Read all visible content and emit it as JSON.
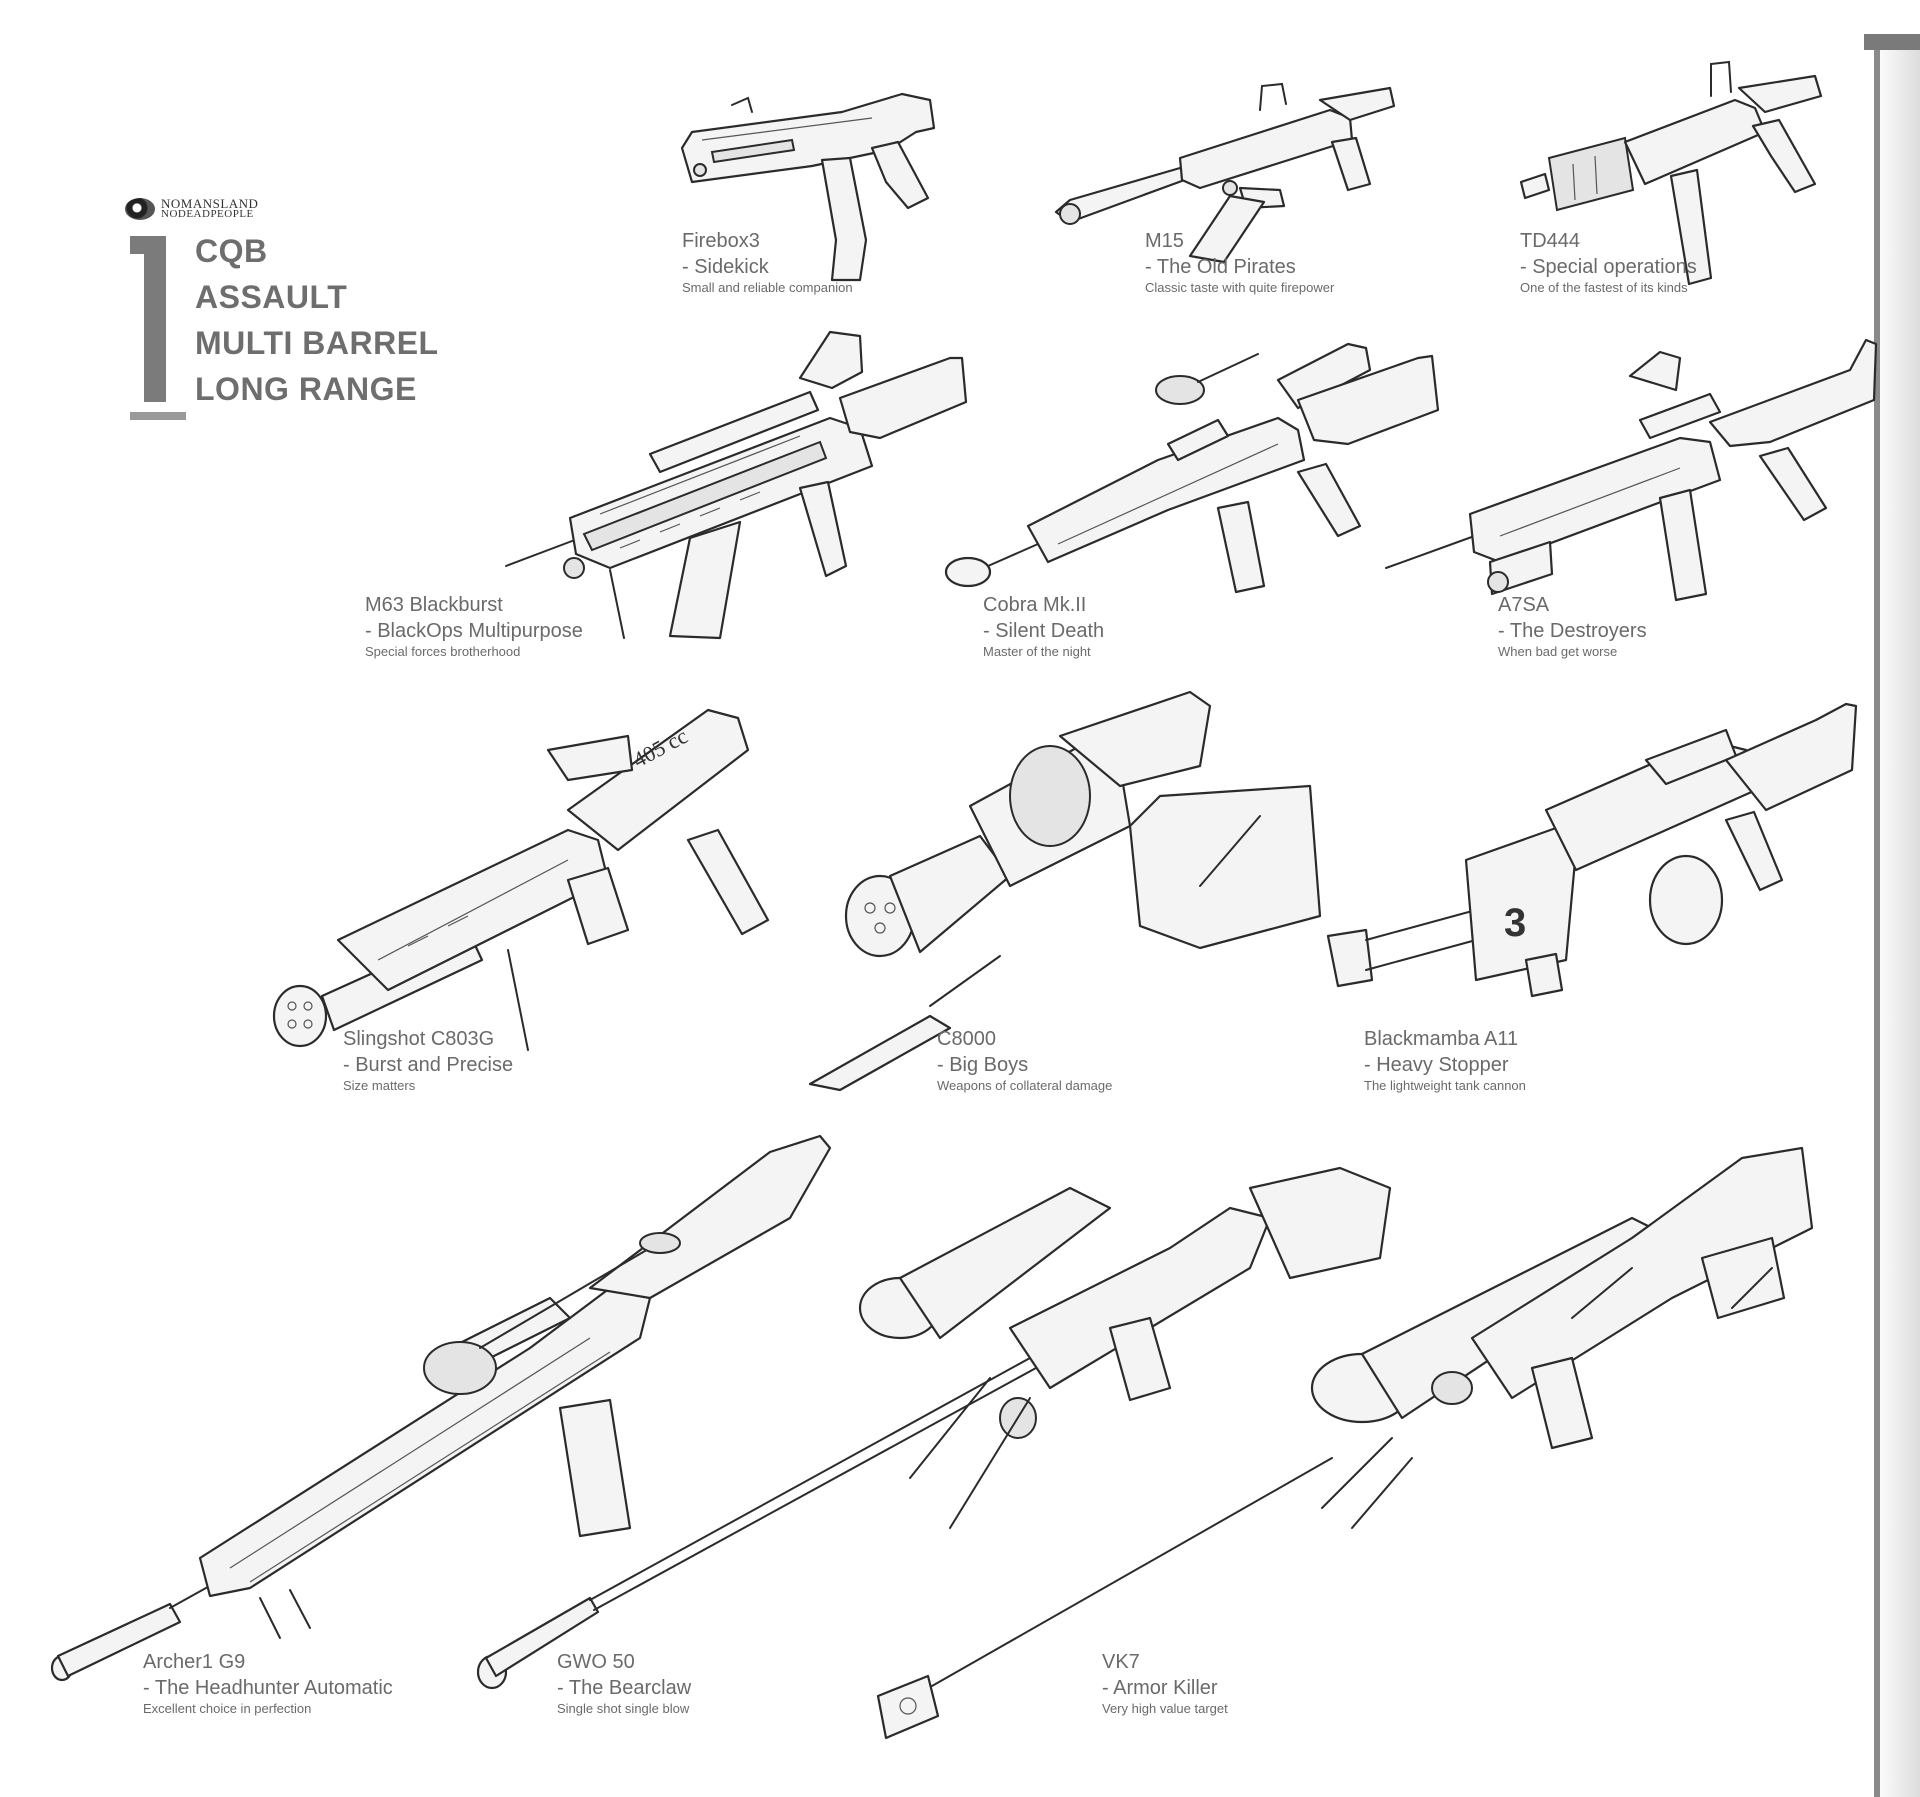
{
  "brand": {
    "line1": "NOMANSLAND",
    "line2": "NODEADPEOPLE"
  },
  "categories": [
    "CQB",
    "ASSAULT",
    "MULTI BARREL",
    "LONG RANGE"
  ],
  "weapons": [
    {
      "name": "Firebox3",
      "tagline": "- Sidekick",
      "description": "Small and reliable companion",
      "icon": "smg-icon"
    },
    {
      "name": "M15",
      "tagline": "- The Old Pirates",
      "description": "Classic taste with quite firepower",
      "icon": "smg-icon"
    },
    {
      "name": "TD444",
      "tagline": "- Special operations",
      "description": "One of the fastest of its kinds",
      "icon": "smg-icon"
    },
    {
      "name": "M63 Blackburst",
      "tagline": "- BlackOps Multipurpose",
      "description": "Special forces brotherhood",
      "icon": "assault-rifle-icon"
    },
    {
      "name": "Cobra Mk.II",
      "tagline": "- Silent Death",
      "description": "Master of the night",
      "icon": "assault-rifle-icon"
    },
    {
      "name": "A7SA",
      "tagline": "- The Destroyers",
      "description": "When bad get worse",
      "icon": "assault-rifle-icon"
    },
    {
      "name": "Slingshot C803G",
      "tagline": "- Burst and Precise",
      "description": "Size matters",
      "icon": "multi-barrel-icon",
      "marking": "405 cc"
    },
    {
      "name": "C8000",
      "tagline": "- Big Boys",
      "description": "Weapons of collateral damage",
      "icon": "multi-barrel-icon"
    },
    {
      "name": "Blackmamba A11",
      "tagline": "- Heavy Stopper",
      "description": "The lightweight tank cannon",
      "icon": "multi-barrel-icon",
      "marking": "3"
    },
    {
      "name": "Archer1 G9",
      "tagline": "- The Headhunter Automatic",
      "description": "Excellent choice in perfection",
      "icon": "sniper-rifle-icon"
    },
    {
      "name": "GWO 50",
      "tagline": "- The Bearclaw",
      "description": "Single shot single blow",
      "icon": "sniper-rifle-icon"
    },
    {
      "name": "VK7",
      "tagline": "- Armor Killer",
      "description": "Very high value target",
      "icon": "sniper-rifle-icon"
    }
  ]
}
